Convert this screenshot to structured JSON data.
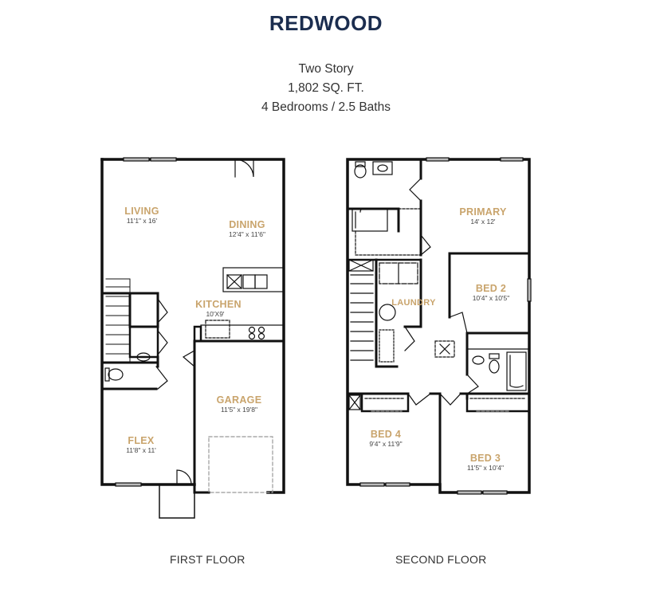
{
  "header": {
    "title": "REDWOOD",
    "style": "Two Story",
    "sqft": "1,802 SQ. FT.",
    "beds_baths": "4 Bedrooms / 2.5 Baths"
  },
  "colors": {
    "title": "#1b2d4f",
    "room_label": "#c9a46c",
    "walls": "#111111",
    "text": "#333333"
  },
  "first_floor": {
    "label": "FIRST FLOOR",
    "rooms": [
      {
        "name": "LIVING",
        "dims": "11'1\" x 16'"
      },
      {
        "name": "DINING",
        "dims": "12'4\" x 11'6\""
      },
      {
        "name": "KITCHEN",
        "dims": "10'X9'"
      },
      {
        "name": "GARAGE",
        "dims": "11'5\" x 19'8\""
      },
      {
        "name": "FLEX",
        "dims": "11'8\" x 11'"
      }
    ]
  },
  "second_floor": {
    "label": "SECOND FLOOR",
    "rooms": [
      {
        "name": "PRIMARY",
        "dims": "14' x 12'"
      },
      {
        "name": "BED 2",
        "dims": "10'4\" x 10'5\""
      },
      {
        "name": "LAUNDRY",
        "dims": ""
      },
      {
        "name": "BED 4",
        "dims": "9'4\" x 11'9\""
      },
      {
        "name": "BED 3",
        "dims": "11'5\" x 10'4\""
      }
    ]
  }
}
